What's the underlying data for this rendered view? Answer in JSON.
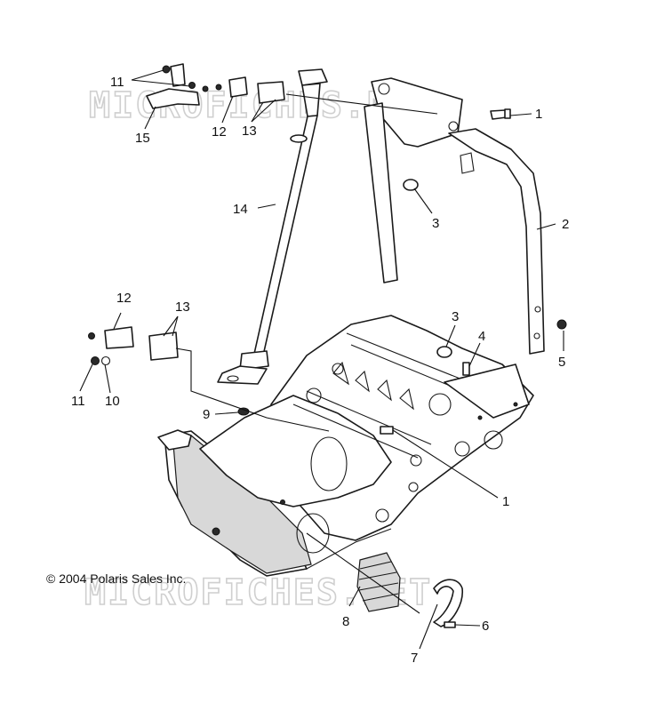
{
  "watermark": "MICROFICHES.NET",
  "copyright": "© 2004 Polaris Sales Inc.",
  "callouts": {
    "c11_top": "11",
    "c15": "15",
    "c12_top": "12",
    "c13_top": "13",
    "c14": "14",
    "c1_top": "1",
    "c2": "2",
    "c3_top": "3",
    "c12_mid": "12",
    "c13_mid": "13",
    "c11_mid": "11",
    "c10": "10",
    "c3_mid": "3",
    "c4": "4",
    "c5": "5",
    "c9": "9",
    "c1_mid": "1",
    "c8": "8",
    "c7": "7",
    "c6": "6"
  }
}
